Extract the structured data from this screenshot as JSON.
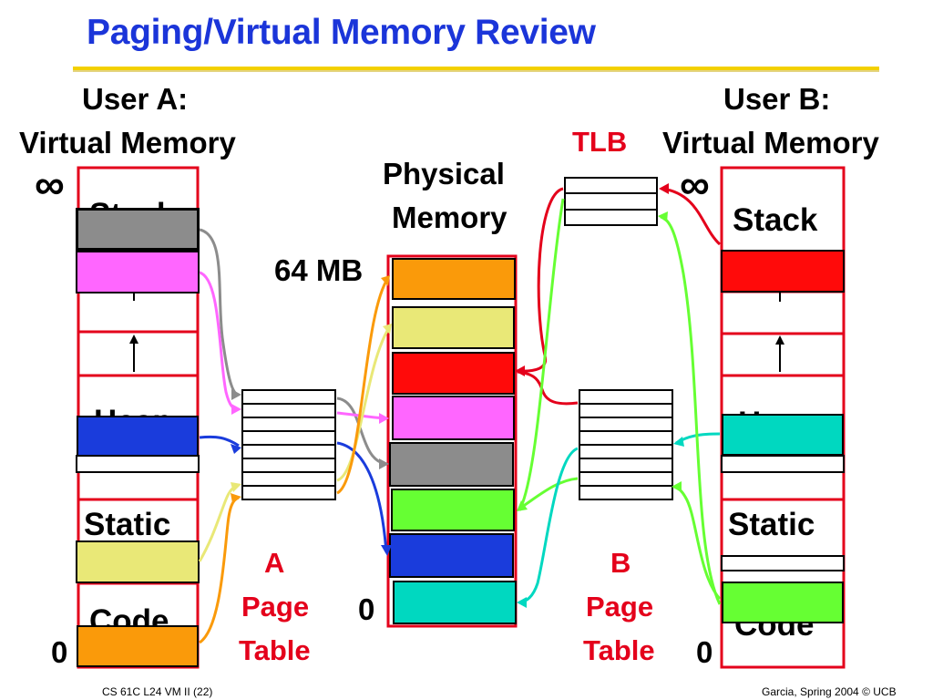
{
  "slide": {
    "title": "Paging/Virtual Memory Review",
    "footer_left": "CS 61C L24 VM II (22)",
    "footer_right": "Garcia, Spring 2004 © UCB"
  },
  "user_a": {
    "heading_line1": "User A:",
    "heading_line2": "Virtual Memory",
    "infinity": "∞",
    "zero": "0",
    "segments": {
      "stack": "Stack",
      "heap": "Heap",
      "static": "Static",
      "code": "Code"
    }
  },
  "user_b": {
    "heading_line1": "User B:",
    "heading_line2": "Virtual Memory",
    "infinity": "∞",
    "zero": "0",
    "segments": {
      "stack": "Stack",
      "heap": "Heap",
      "static": "Static",
      "code": "Code"
    }
  },
  "physical": {
    "heading_line1": "Physical",
    "heading_line2": "Memory",
    "top_label": "64 MB",
    "zero": "0"
  },
  "tlb": {
    "label": "TLB"
  },
  "page_table_a": {
    "line1": "A",
    "line2": "Page",
    "line3": "Table"
  },
  "page_table_b": {
    "line1": "B",
    "line2": "Page",
    "line3": "Table"
  },
  "colors": {
    "title": "#1b35d9",
    "frame_red": "#e4001b",
    "gray": "#8c8c8c",
    "pink": "#ff66ff",
    "blue": "#1a3cdc",
    "yellow": "#e9e877",
    "orange": "#fa9a0a",
    "red": "#ff0a0a",
    "green": "#66ff33",
    "cyan": "#00d8c0"
  }
}
